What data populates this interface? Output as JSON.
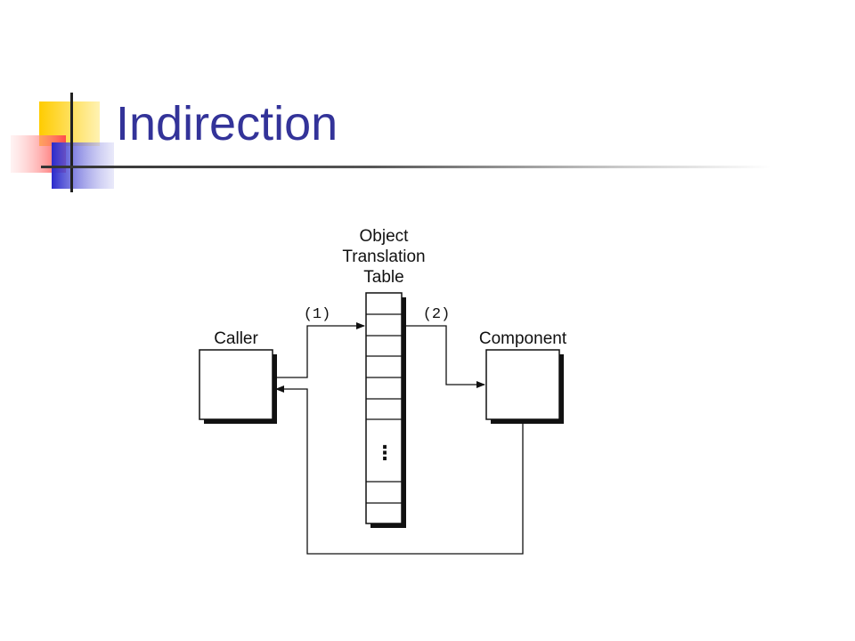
{
  "slide": {
    "title": "Indirection",
    "colors": {
      "title": "#333399",
      "accent_yellow": "#ffcc00",
      "accent_red": "#ff5a5a",
      "accent_blue": "#3333cc"
    }
  },
  "diagram": {
    "table_label_lines": [
      "Object",
      "Translation",
      "Table"
    ],
    "caller_label": "Caller",
    "component_label": "Component",
    "step1_label": "(1)",
    "step2_label": "(2)",
    "ellipsis": "⋮"
  }
}
